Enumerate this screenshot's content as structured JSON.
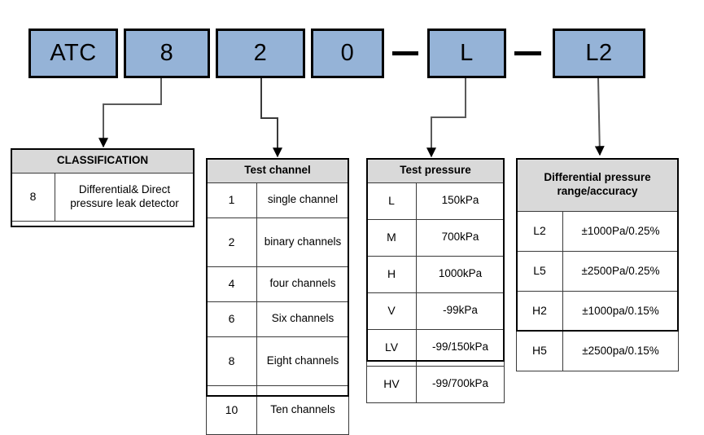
{
  "diagram": {
    "title": "ATC 8 2 0 - L - L2 model code breakdown",
    "accent_color": "#95b3d7",
    "header_color": "#d9d9d9"
  },
  "code_boxes": [
    {
      "id": "prefix",
      "label": "ATC"
    },
    {
      "id": "classification",
      "label": "8"
    },
    {
      "id": "test-channel",
      "label": "2"
    },
    {
      "id": "zero",
      "label": "0"
    },
    {
      "id": "test-pressure",
      "label": "L"
    },
    {
      "id": "diff-pressure",
      "label": "L2"
    }
  ],
  "separators": [
    {
      "id": "dash-1",
      "label": "—"
    },
    {
      "id": "dash-2",
      "label": "—"
    }
  ],
  "tables": {
    "classification": {
      "header": "CLASSIFICATION",
      "rows": [
        {
          "key": "8",
          "value": "Differential& Direct pressure leak detector"
        }
      ]
    },
    "test_channel": {
      "header": "Test channel",
      "rows": [
        {
          "key": "1",
          "value": "single channel"
        },
        {
          "key": "2",
          "value": "binary channels"
        },
        {
          "key": "4",
          "value": "four channels"
        },
        {
          "key": "6",
          "value": "Six channels"
        },
        {
          "key": "8",
          "value": "Eight channels"
        },
        {
          "key": "10",
          "value": "Ten channels"
        }
      ]
    },
    "test_pressure": {
      "header": "Test pressure",
      "rows": [
        {
          "key": "L",
          "value": "150kPa"
        },
        {
          "key": "M",
          "value": "700kPa"
        },
        {
          "key": "H",
          "value": "1000kPa"
        },
        {
          "key": "V",
          "value": "-99kPa"
        },
        {
          "key": "LV",
          "value": "-99/150kPa"
        },
        {
          "key": "HV",
          "value": "-99/700kPa"
        }
      ]
    },
    "differential_pressure": {
      "header": "Differential pressure range/accuracy",
      "rows": [
        {
          "key": "L2",
          "value": "±1000Pa/0.25%"
        },
        {
          "key": "L5",
          "value": "±2500Pa/0.25%"
        },
        {
          "key": "H2",
          "value": "±1000pa/0.15%"
        },
        {
          "key": "H5",
          "value": "±2500pa/0.15%"
        }
      ]
    }
  }
}
